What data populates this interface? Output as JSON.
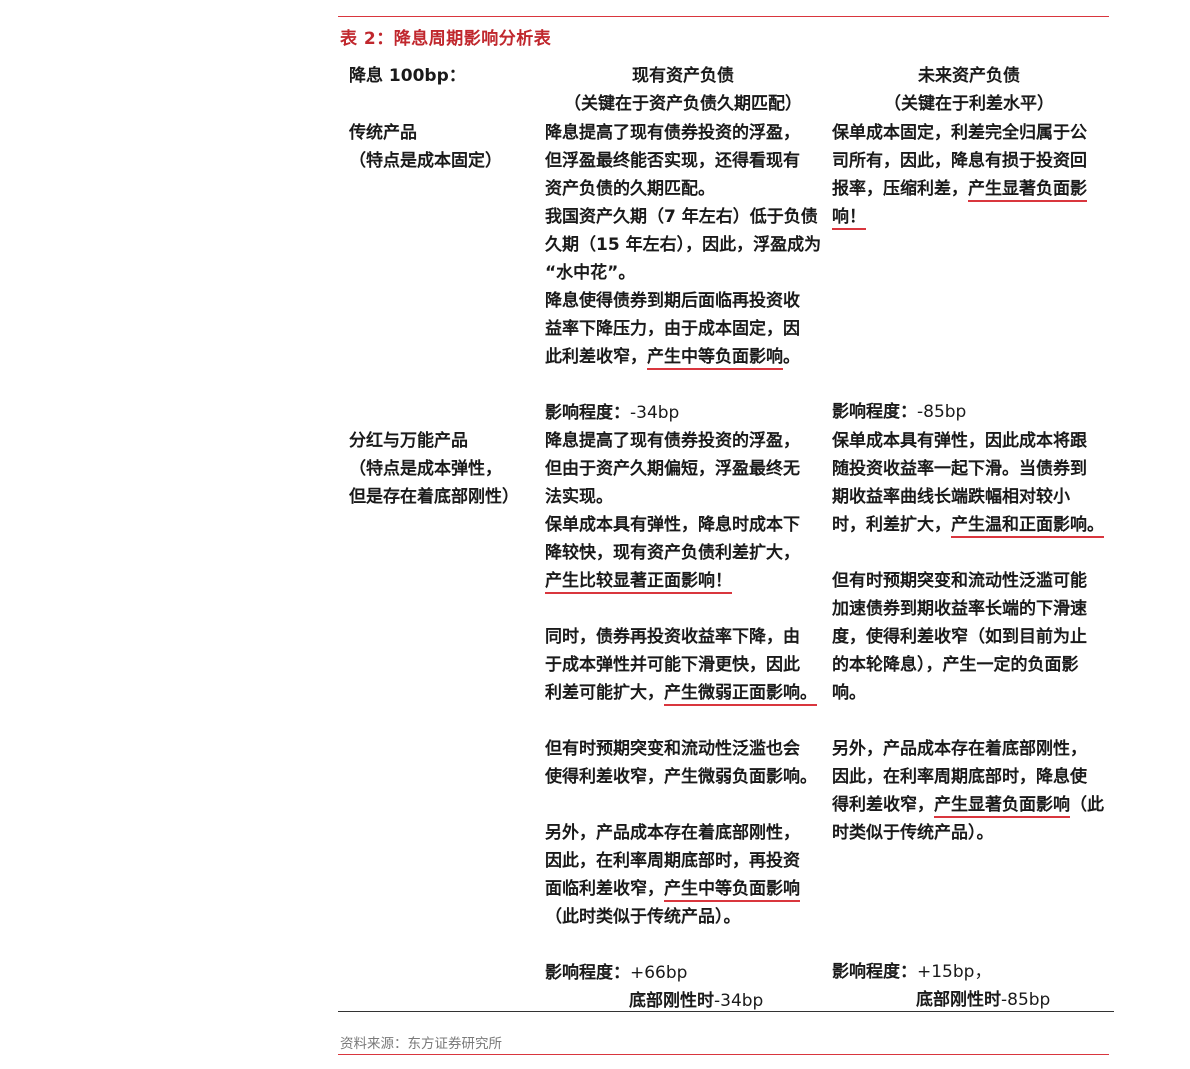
{
  "table_title": "表 2：降息周期影响分析表",
  "header": {
    "col0": "降息 100bp：",
    "col1_line1": "现有资产负债",
    "col1_line2": "（关键在于资产负债久期匹配）",
    "col2_line1": "未来资产负债",
    "col2_line2": "（关键在于利差水平）"
  },
  "row1": {
    "label_line1": "传统产品",
    "label_line2": "（特点是成本固定）",
    "current": {
      "lines": [
        "降息提高了现有债券投资的浮盈，",
        "但浮盈最终能否实现，还得看现有",
        "资产负债的久期匹配。",
        "我国资产久期（7 年左右）低于负债",
        "久期（15 年左右），因此，浮盈成为",
        "“水中花”。",
        "降息使得债券到期后面临再投资收",
        "益率下降压力，由于成本固定，因",
        "此利差收窄，"
      ],
      "highlight": "产生中等负面影响",
      "end": "。",
      "impact_label": "影响程度：",
      "impact_value": "-34bp"
    },
    "future": {
      "lines": [
        "保单成本固定，利差完全归属于公",
        "司所有，因此，降息有损于投资回",
        "报率，压缩利差，"
      ],
      "highlight": "产生显著负面影",
      "highlight2": "响！",
      "impact_label": "影响程度：",
      "impact_value": "-85bp"
    }
  },
  "row2": {
    "label_line1": "分红与万能产品",
    "label_line2": "（特点是成本弹性，",
    "label_line3": "但是存在着底部刚性）",
    "current": {
      "p1": [
        "降息提高了现有债券投资的浮盈，",
        "但由于资产久期偏短，浮盈最终无",
        "法实现。"
      ],
      "p2": [
        "保单成本具有弹性，降息时成本下",
        "降较快，现有资产负债利差扩大，"
      ],
      "p2_highlight": "产生比较显著正面影响！",
      "p3": [
        "同时，债券再投资收益率下降，由",
        "于成本弹性并可能下滑更快，因此",
        "利差可能扩大，"
      ],
      "p3_highlight": "产生微弱正面影响。",
      "p4": [
        "但有时预期突变和流动性泛滥也会",
        "使得利差收窄，产生微弱负面影响。"
      ],
      "p5": [
        "另外，产品成本存在着底部刚性，",
        "因此，在利率周期底部时，再投资",
        "面临利差收窄，"
      ],
      "p5_highlight": "产生中等负面影响",
      "p5_end": "（此时类似于传统产品）。",
      "impact_label": "影响程度：",
      "impact_value": "+66bp",
      "impact_line2_label": "底部刚性时",
      "impact_line2_value": "-34bp"
    },
    "future": {
      "p1": [
        "保单成本具有弹性，因此成本将跟",
        "随投资收益率一起下滑。当债券到",
        "期收益率曲线长端跌幅相对较小",
        "时，利差扩大，"
      ],
      "p1_highlight": "产生温和正面影响。",
      "p2": [
        "但有时预期突变和流动性泛滥可能",
        "加速债券到期收益率长端的下滑速",
        "度，使得利差收窄（如到目前为止",
        "的本轮降息），产生一定的负面影",
        "响。"
      ],
      "p3": [
        "另外，产品成本存在着底部刚性，",
        "因此，在利率周期底部时，降息使",
        "得利差收窄，"
      ],
      "p3_highlight": "产生显著负面影响",
      "p3_tail": "（此",
      "p3_end": "时类似于传统产品）。",
      "impact_label": "影响程度：",
      "impact_value": "+15bp，",
      "impact_line2_label": "底部刚性时",
      "impact_line2_value": "-85bp"
    }
  },
  "source": "资料来源：东方证券研究所",
  "colors": {
    "accent_red": "#c0272d",
    "rule_red": "#d9363e",
    "text": "#1a1a1a",
    "muted": "#7a7a7a"
  }
}
